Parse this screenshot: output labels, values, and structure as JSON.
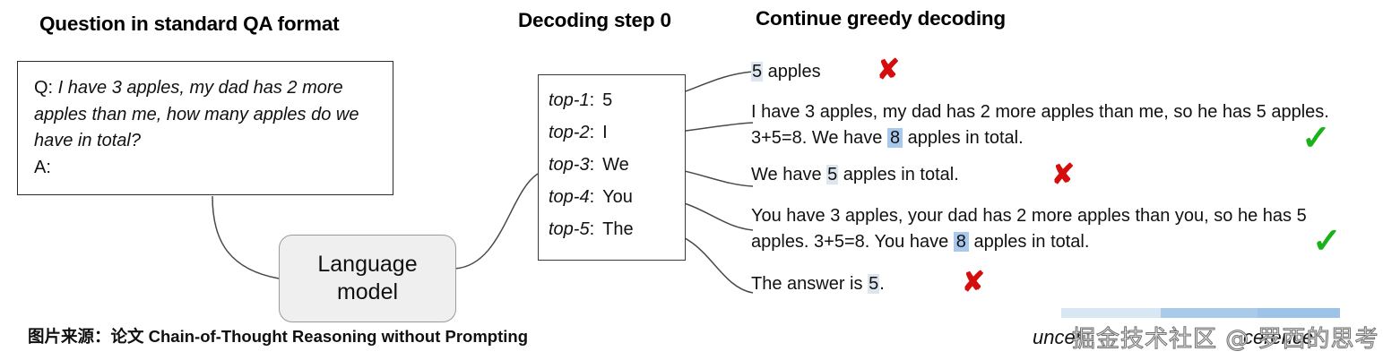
{
  "headers": {
    "question": "Question in standard QA format",
    "decoding": "Decoding step 0",
    "continue": "Continue greedy decoding"
  },
  "qa_box": {
    "prefix": "Q: ",
    "question": "I have 3 apples, my dad has 2 more apples than me, how many apples do we have in total?",
    "answer_prefix": "A:"
  },
  "language_model": {
    "line1": "Language",
    "line2": "model"
  },
  "topk": {
    "rows": [
      {
        "rank": "top-1",
        "colon": ":",
        "token": "5"
      },
      {
        "rank": "top-2",
        "colon": ":",
        "token": "I"
      },
      {
        "rank": "top-3",
        "colon": ":",
        "token": "We"
      },
      {
        "rank": "top-4",
        "colon": ":",
        "token": "You"
      },
      {
        "rank": "top-5",
        "colon": ":",
        "token": "The"
      }
    ]
  },
  "continuations": [
    {
      "id": "cont-0",
      "parts": [
        {
          "text": "5",
          "highlight": "weak"
        },
        {
          "text": " apples",
          "highlight": "none"
        }
      ],
      "mark": "cross"
    },
    {
      "id": "cont-1",
      "parts": [
        {
          "text": "I have 3 apples, my dad has 2 more apples than me, so he has 5 apples. 3+5=8. We have ",
          "highlight": "none"
        },
        {
          "text": "8",
          "highlight": "strong"
        },
        {
          "text": " apples in total.",
          "highlight": "none"
        }
      ],
      "mark": "check"
    },
    {
      "id": "cont-2",
      "parts": [
        {
          "text": "We have ",
          "highlight": "none"
        },
        {
          "text": "5",
          "highlight": "weak"
        },
        {
          "text": " apples in total.",
          "highlight": "none"
        }
      ],
      "mark": "cross"
    },
    {
      "id": "cont-3",
      "parts": [
        {
          "text": "You have 3 apples, your dad has 2 more apples than you, so he has 5 apples. 3+5=8. You have ",
          "highlight": "none"
        },
        {
          "text": "8",
          "highlight": "strong"
        },
        {
          "text": " apples in total.",
          "highlight": "none"
        }
      ],
      "mark": "check"
    },
    {
      "id": "cont-4",
      "parts": [
        {
          "text": "The answer is ",
          "highlight": "none"
        },
        {
          "text": "5",
          "highlight": "weak"
        },
        {
          "text": ".",
          "highlight": "none"
        }
      ],
      "mark": "cross"
    }
  ],
  "marks": {
    "cross_glyph": "✘",
    "check_glyph": "✓"
  },
  "footer": {
    "note": "图片来源：论文 Chain-of-Thought Reasoning without Prompting"
  },
  "watermark": {
    "uncertain_text": "uncer",
    "confidence_text": "cerence",
    "overlay": "掘金技术社区 @ 罗西的思考"
  },
  "colors": {
    "highlight_weak": "#dde5ef",
    "highlight_strong": "#a9c9ec",
    "cross_red": "#d50d0d",
    "check_green": "#19b219",
    "bar_light": "#d9e7f5",
    "bar_mid": "#a9cae8",
    "bar_dark": "#9dc4e8",
    "box_border": "#2b2b2b",
    "lm_fill": "#efefef"
  }
}
